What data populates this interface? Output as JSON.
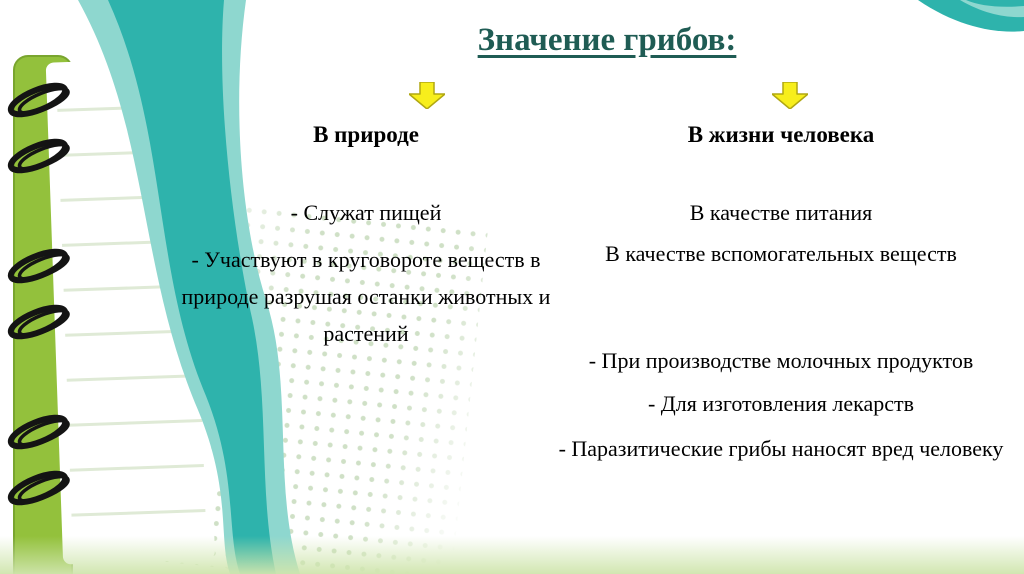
{
  "slide": {
    "title": "Значение грибов:",
    "columns": [
      {
        "header": "В природе",
        "items": [
          "- Служат пищей",
          "- Участвуют в круговороте веществ в природе разрушая останки животных и растений"
        ]
      },
      {
        "header": "В жизни человека",
        "items": [
          "В качестве питания",
          "В качестве вспомогательных веществ",
          "- При производстве молочных продуктов",
          "- Для изготовления лекарств",
          "- Паразитические грибы наносят вред человеку"
        ]
      }
    ]
  },
  "colors": {
    "title_text": "#1f5c54",
    "body_text": "#000000",
    "arrow_fill": "#f7ee1c",
    "arrow_stroke": "#b0a712",
    "notebook_green": "#93c13c",
    "swoosh_teal": "#2eb3ac",
    "swoosh_teal_light": "#8ed7cf",
    "dot_color": "#cfe0c6",
    "bottom_band": "#cfe5ad"
  }
}
